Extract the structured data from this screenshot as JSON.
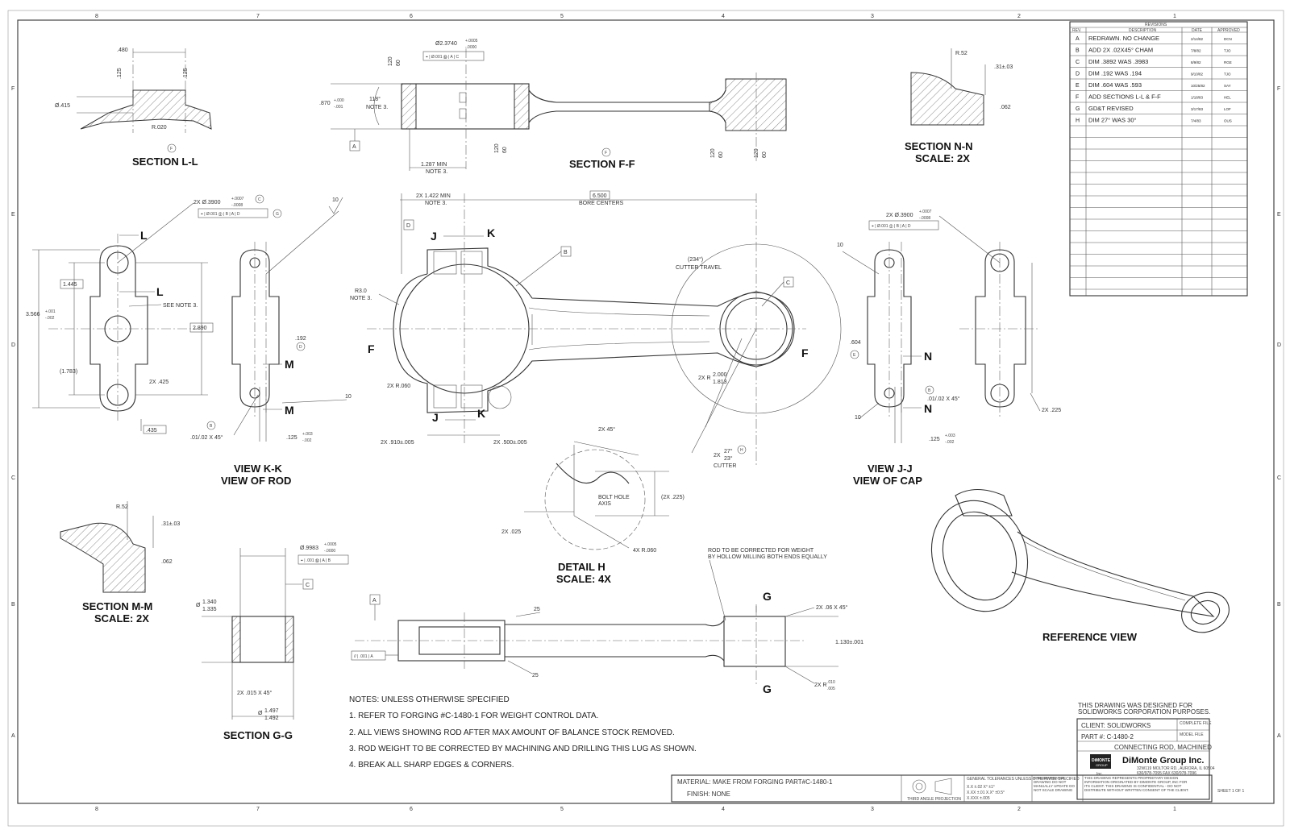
{
  "zones": {
    "top": [
      "8",
      "7",
      "6",
      "5",
      "4",
      "3",
      "2",
      "1"
    ],
    "side": [
      "F",
      "E",
      "D",
      "C",
      "B",
      "A"
    ]
  },
  "views": {
    "section_ll": "SECTION L-L",
    "section_ff": "SECTION F-F",
    "section_nn": [
      "SECTION N-N",
      "SCALE: 2X"
    ],
    "view_kk": [
      "VIEW K-K",
      "VIEW OF ROD"
    ],
    "view_jj": [
      "VIEW J-J",
      "VIEW OF CAP"
    ],
    "detail_h": [
      "DETAIL H",
      "SCALE: 4X"
    ],
    "section_mm": [
      "SECTION M-M",
      "SCALE: 2X"
    ],
    "section_gg": "SECTION G-G",
    "reference": "REFERENCE VIEW"
  },
  "cut_labels": {
    "L": "L",
    "M": "M",
    "N": "N",
    "J": "J",
    "K": "K",
    "F": "F",
    "G": "G"
  },
  "datums": {
    "A": "A",
    "B": "B",
    "C": "C",
    "D": "D"
  },
  "circle_tags": {
    "F": "F",
    "H": "H",
    "C": "C",
    "G": "G",
    "B": "B",
    "D": "D",
    "E": "E"
  },
  "dims": {
    "d480": ".480",
    "d415": "Ø.415",
    "r020": "R.020",
    "d125": ".125",
    "bore": "Ø2.3740",
    "bore_tol_plus": "+.0005",
    "bore_tol_minus": "-.0000",
    "fcf_bore": "⌖ | Ø.001 Ⓜ | A | C",
    "d870": ".870",
    "d870_tol_plus": "+.000",
    "d870_tol_minus": "-.001",
    "angle118": "118°",
    "note3": "NOTE 3.",
    "min1287": "1.287 MIN",
    "d120": "120",
    "d60": "60",
    "r52": "R.52",
    "d31": ".31±.03",
    "d062": ".062",
    "hole3900": "2X Ø.3900",
    "hole3900_plus": "+.0007",
    "hole3900_minus": "-.0008",
    "fcf_holes": "⌖ | Ø.001 Ⓢ | B | A | D",
    "fcf_holes_cap": "⌖ | Ø.001 Ⓢ | B | A | D",
    "d1445": "1.445",
    "d3566": "3.566",
    "d3566_plus": "+.001",
    "d3566_minus": "-.002",
    "d1783": "(1.783)",
    "see_note3": "SEE NOTE 3.",
    "d2x425": "2X .425",
    "d435": ".435",
    "d2890": "2.890",
    "d192": ".192",
    "d125_tol": ".125",
    "d125_tol_plus": "+.003",
    "d125_tol_minus": "-.002",
    "chamfer": ".01/.02 X 45°",
    "d10": "10",
    "min1422": "2X 1.422 MIN",
    "center6500": "6.500",
    "bore_centers": "BORE CENTERS",
    "r30": "R3.0",
    "cutter_travel": "(234°)",
    "cutter_travel_lbl": "CUTTER TRAVEL",
    "r060": "2X R.060",
    "d910": "2X .910±.005",
    "d500": "2X .500±.005",
    "r2000": "2X R",
    "r2000_a": "2.000",
    "r2000_b": "1.813",
    "ang27": "2X",
    "ang27_a": "27°",
    "ang27_b": "23°",
    "cutter": "CUTTER",
    "d604": ".604",
    "d225": "2X .225",
    "det_45": "2X 45°",
    "bolt_hole": "BOLT HOLE",
    "axis": "AXIS",
    "det_225": "(2X .225)",
    "det_025": "2X .025",
    "det_r060": "4X R.060",
    "hole9983": "Ø.9983",
    "hole9983_plus": "+.0005",
    "hole9983_minus": "-.0000",
    "fcf_9983": "⌖ | .001 Ⓜ | A | B",
    "d1340": "Ø",
    "d1340_a": "1.340",
    "d1340_b": "1.335",
    "d015": "2X .015 X 45°",
    "d1497": "Ø",
    "d1497_a": "1.497",
    "d1492": "1.492",
    "d25": "25",
    "rod_weight_1": "ROD TO BE CORRECTED FOR WEIGHT",
    "rod_weight_2": "BY HOLLOW MILLING BOTH ENDS EQUALLY",
    "d06": "2X .06 X 45°",
    "d1130": "1.130±.001",
    "r010": "2X R",
    "r010_a": ".010",
    "r010_b": ".005",
    "fcf_parallel": "// | .001 | A"
  },
  "notes": {
    "header": "NOTES: UNLESS OTHERWISE SPECIFIED",
    "items": [
      "1. REFER TO FORGING #C-1480-1 FOR WEIGHT CONTROL DATA.",
      "2. ALL VIEWS SHOWING ROD AFTER MAX AMOUNT OF BALANCE STOCK REMOVED.",
      "3. ROD WEIGHT TO BE CORRECTED BY MACHINING AND DRILLING THIS LUG AS SHOWN.",
      "4. BREAK ALL SHARP EDGES & CORNERS."
    ]
  },
  "revisions": {
    "title": "REVISIONS",
    "headers": [
      "REV.",
      "DESCRIPTION",
      "DATE",
      "APPROVED"
    ],
    "rows": [
      [
        "A",
        "REDRAWN. NO CHANGE",
        "2/14/82",
        "DCN"
      ],
      [
        "B",
        "ADD 2X .02X45° CHAM",
        "7/8/82",
        "TJO"
      ],
      [
        "C",
        "DIM .3892 WAS .3983",
        "8/9/82",
        "RGE"
      ],
      [
        "D",
        "DIM .192 WAS .194",
        "9/10/82",
        "TJO"
      ],
      [
        "E",
        "DIM .604 WAS .593",
        "10/25/82",
        "SAY"
      ],
      [
        "F",
        "ADD SECTIONS L-L & F-F",
        "1/18/83",
        "HEL"
      ],
      [
        "G",
        "GD&T REVISED",
        "3/17/83",
        "LOF"
      ],
      [
        "H",
        "DIM 27° WAS 30°",
        "7/4/83",
        "OUS"
      ]
    ]
  },
  "title_block": {
    "purpose_1": "THIS DRAWING WAS DESIGNED FOR",
    "purpose_2": "SOLIDWORKS CORPORATION PURPOSES.",
    "client": "CLIENT: SOLIDWORKS",
    "part": "PART #: C-1480-2",
    "description": "CONNECTING ROD, MACHINED",
    "logo_text": "DiMONTE",
    "logo_sub": "GROUP",
    "company": "DiMonte Group Inc.",
    "company_inc": "Inc.",
    "address_1": "32W119 MOLTOR RD., AURORA, IL 60504",
    "address_2": "630/978-7095 FAX 630/978-7096",
    "material": "MATERIAL: MAKE FROM FORGING PART#C-1480-1",
    "finish": "FINISH: NONE",
    "tolerance_head": "GENERAL TOLERANCES UNLESS OTHERWISE SPECIFIED",
    "tol_1": "X.X ±.02   X° ±1°",
    "tol_2": "X.XX ±.01   X.X° ±0.5°",
    "tol_3": "X.XXX ±.005",
    "projection": "THIRD ANGLE PROJECTION",
    "cad_note": "CAD GENERATED DRAWING DO NOT MANUALLY UPDATE DO NOT SCALE DRAWING",
    "proprietary": "THIS DRAWING REPRESENTS PROPRIETARY DESIGN INFORMATION ORIGINATED BY DIMONTE GROUP, INC FOR ITS CLIENT. THIS DRAWING IS CONFIDENTIAL - DO NOT DISTRIBUTE WITHOUT WRITTEN CONSENT OF THE CLIENT.",
    "sheet": "SHEET 1 OF 1",
    "complete_file": "COMPLETE FILE",
    "model_file": "MODEL FILE"
  }
}
